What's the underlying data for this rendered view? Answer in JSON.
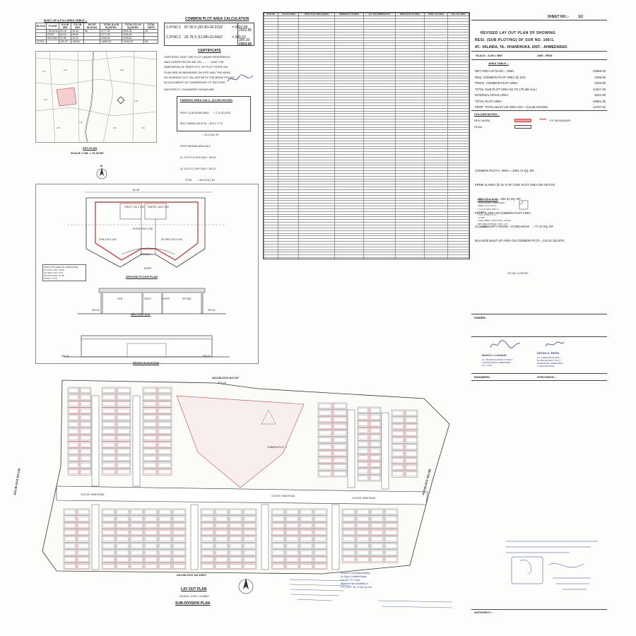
{
  "builtup_table": {
    "title": "BUILT UP & F.S.I AREA TABLE :-",
    "headers": [
      "BLOCK",
      "FLOOR",
      "B.A IN SMT",
      "F.S.I IN SMT",
      "NO.OF BLOCKS",
      "TOTAL B.A IN SQ.MTRS.",
      "TOTAL F.S.I IN SQ.MTRS.",
      "TOTAL UNITS"
    ],
    "rows": [
      [
        "",
        "GROUND",
        "65.18",
        "55.80",
        "96",
        "5777.28",
        "5345.28",
        "96"
      ],
      [
        "",
        "FIRST",
        "65.18",
        "55.80",
        "",
        "5777.28",
        "5345.28",
        ""
      ],
      [
        "",
        "SECOND",
        "32.88",
        "26.34",
        "",
        "3156.36",
        "2528.64",
        ""
      ],
      [
        "TOTAL",
        "",
        "163.23",
        "138.84",
        "",
        "14690.92",
        "13323.20",
        "96"
      ]
    ]
  },
  "common_plot": {
    "title": "COMMON PLOT AREA CALCULATION",
    "rows": [
      {
        "name": "C.P.NO.1",
        "formula": "87.30 X (30.30+29.22)/2",
        "eq": "= 2002.85",
        "value": "2002.85"
      },
      {
        "name": "C.P.NO.2",
        "formula": "26.78 X (11.88+10.44)/2",
        "eq": "= 300.20",
        "value": "300.20"
      }
    ],
    "total": "2303.05"
  },
  "certificate": {
    "title": "CERTIFICATE",
    "lines": [
      "CERTIFIED THAT THE PLOT UNDER REFERENCE",
      "WAS SURVEYED BY ME ON ............AND THE",
      "DIMENSION OF SIDES ETC OF PLOT STATE ON",
      "PLAN ARE AS MEASURE ON SITE AND THE AREA",
      "SO WORKED OUT TALLIES WITH THE AREA STATED",
      "IN DOCUMENT OF OWNERSHIP T.P. RECORD."
    ],
    "signature_line": "ARCHITECT / ENGINEER SIGNATURE"
  },
  "parking": {
    "title": "PARKING AREA CALC. (CLUB HOUSE)",
    "lines": [
      "PROP. CLUB HOUSE AREA       = 77.10 SQ. MTS.",
      "REQ. PARKING (IN 30 %)  = 30% X 77.10",
      "                                    = 23.13 SQ. MT.",
      "PROP. PARKING AREA CALC.",
      "(1)  16.75 X (4.43+8.10)/2 = 104.16",
      "(2)  10.21 X (7.35+7.00)/2 = 163.13",
      "        TOTAL         = 264.29 SQ. MT."
    ]
  },
  "key_plan": {
    "title": "KEY-PLAN",
    "scale": "SCALE 1 CM. = 73.20 MT."
  },
  "ground_floor": {
    "title": "GROUND FLOOR PLAN",
    "overall_dim": "14.09",
    "rooms": [
      "TOILET 1.80 X 3.20",
      "PANTRY 1.80 X 3.20",
      "FOYER 2.94 X 3.90",
      "GYM 3.43 X 4.50",
      "SITTING 3.43 X 4.50",
      "VERNDAH"
    ],
    "entry": "ENTRY"
  },
  "section": {
    "title": "SECTION 'A-A'",
    "labels": [
      "GR.LVL.",
      "GYM",
      "TOILET",
      "FOYER",
      "SITTING",
      "GR.LVL."
    ]
  },
  "elevation": {
    "title": "FRONT ELEVATION",
    "labels": [
      "GR.LVL.",
      "GR.LVL."
    ]
  },
  "area_table_small": {
    "rows": [
      "PROP. PLOT AREA OF CLUB HOUSE",
      "(1) 3.43 X 4.50 = 15.43",
      "(2) 1.80 X 3.20 = 5.76",
      "(3) 2.94 X 3.90 = 11.46",
      "TOTAL = 77.10"
    ]
  },
  "plot_table": {
    "headers": [
      "PLOT NO.",
      "CALCULATION",
      "TOTAL PLOT AREA (SQ.MT.)",
      "PERM.BUILT UP AREA",
      "B.A. ON COMMON PLOT",
      "PROP. BUILT UP AREA",
      "PROP. F.S.I AREA",
      "BAL.F.S.I AREA"
    ],
    "row_count": 100,
    "total_row": [
      "TOTAL",
      "",
      "14317.26",
      "",
      "",
      "5777.28",
      "",
      ""
    ]
  },
  "sheet": {
    "label": "SHEET NO.:-",
    "value": "1/2"
  },
  "title_block": {
    "line1": "REVISED   LAY OUT PLAN OF   SHOWING",
    "line2": "RESI. (SUB-PLOTING)  OF  SUR NO.  196/1,",
    "line3": "AT.- VALINDA, TA.- DHANDHUKA, DIST. - AHMEDABAD.",
    "scale": "SCALE :-1CM = 5MT",
    "use": "USE:- RESI."
  },
  "area_table": {
    "title": "AREA TABLE :-",
    "rows": [
      {
        "label": "NET AREA OF B.NO.:- 196/1",
        "value": "22865.00"
      },
      {
        "label": "REQ. COMMON PLOT AREA @ 10%",
        "value": "2286.50"
      },
      {
        "label": "PROVI. COMMON PLOT AREA",
        "value": "2303.05"
      },
      {
        "label": "TOTAL SUB PLOT AREA 83 TO 178 (96 nos.)",
        "value": "14317.26"
      },
      {
        "label": "INTERNAL ROAD AREA",
        "value": "6244.69"
      },
      {
        "label": "TOTAL PLOT AREA",
        "value": "20561.95"
      },
      {
        "label": "PROP. TOTAL BUILT-UP AREA ON + (CLUB HOUSE)",
        "value": "14767.02"
      }
    ]
  },
  "colour_notes": {
    "title": "COLOUR NOTES :-",
    "items": [
      {
        "label": "REVI.WORK",
        "color": "#e8a3a3"
      },
      {
        "label": "ROAD",
        "color": "#ffffff"
      },
      {
        "label": "F.P. BOUNDARY",
        "color": "#c84a4a"
      }
    ]
  },
  "notes": [
    "COMMON PLOT-4  AREA = 2002.73 SQ. MT.",
    "PERM. B.AREA @ 15 % OF COM. PLOT AREA ON GR.FLR.",
    "   2002.73 X 0.15 = 300.41 SQ. MT.",
    "PROP. B.AREA IN COMMON PLOT AREA",
    "(1) COMMUNITY ROOM + GYMNASIUM    = 77.10 SQ. MT.",
    "BALANCE BUILT UP AREA ON COMMON PLOT = 223.31 SQ.MTS."
  ],
  "area_calc": {
    "title": "AREA CALCULATION",
    "lines": [
      "( FOR 0.50 MT. CURVATURE )",
      "AREA = 3.14 X R² /4",
      "        = 3.14 X 0.50 X 0.50 / 4",
      "        = 0.196",
      "        = 3.14 X 0.50 X 2 / 4",
      "        = 0.785",
      "TOTAL AREA = 3.00 X 3.00 + 0.20 M²",
      "NET AREA IN ROAD = 9.00 - 1.07",
      "                  = 1.92 M²"
    ]
  },
  "handwritten": "ಕನಿಯಾ ಸಿಂಹಾಸನ",
  "owner_label": "OWNER:-",
  "engineer": {
    "label": "ENGINEER:-",
    "name": "MANOJ L.KANANI",
    "address": [
      "A-1, MURARTH NAGAR SOCIETY,",
      "CHANDAKHEDA, AHMEDABAD",
      "E.G. / 1018"
    ]
  },
  "struct_engg": {
    "label": "STRU.ENGG.:-",
    "name": "KETAN K. PATEL",
    "address": [
      "C/7, SHRADHANYA APPT",
      "B/H BRUNE PARTY PLOT,",
      "NARANPURA, AHMEDABAD",
      "S.G/5104/15-87106"
    ]
  },
  "authority_label": "AUTHORITY :-",
  "stamp_lines": [
    "Shown to City Responsibility",
    "for Open Compilat Space",
    "D.P. OF T.S. Truss,",
    "Alignment and Disability of",
    "F.P. Of B.F. No. of the Lay-Out."
  ],
  "layout_plan": {
    "title": "LAY OUT PLAN",
    "scale": "SCALE :1CM = 5.00MT.",
    "subtitle": "SUB-DIVISION PLAN",
    "adj_top": "ADJ.BLOCK NO.197",
    "adj_bottom": "ADJ.BLOCK NO.196/2",
    "adj_left": "ADJ.BLOCK NO.193",
    "adj_right": "ADJ.BLOCK NO.198",
    "top_dim": "313.41",
    "common_plot_label": "COMMON PLOT - 1",
    "road_main": "12.00 MT. WIDE ROAD",
    "road_side": "7.50 MT. WIDE ROAD"
  }
}
